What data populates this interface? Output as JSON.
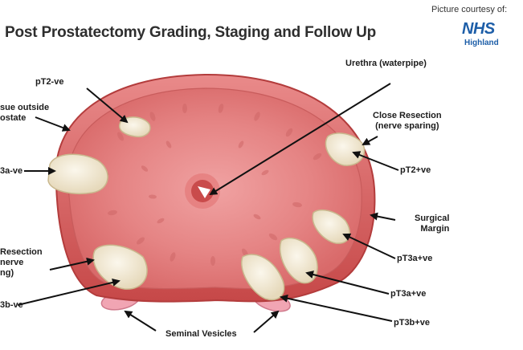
{
  "title": "Post Prostatectomy Grading, Staging and Follow Up",
  "courtesy": "Picture courtesy of:",
  "logo": {
    "name": "NHS",
    "region": "Highland",
    "color": "#1d5ea8"
  },
  "labels": {
    "urethra": "Urethra (waterpipe)",
    "pt2_neg": "pT2-ve",
    "tissue_outside": "sue outside\nostate",
    "pt3a_neg": "3a-ve",
    "close_resection_right": "Close Resection\n(nerve sparing)",
    "pt2_pos": "pT2+ve",
    "surgical_margin": "Surgical\nMargin",
    "close_resection_left": "Resection\nnerve\nng)",
    "pt3a_pos_1": "pT3a+ve",
    "pt3a_pos_2": "pT3a+ve",
    "pt3b_pos": "pT3b+ve",
    "pt3b_neg": "3b-ve",
    "seminal_vesicles": "Seminal Vesicles"
  },
  "colors": {
    "tissue": "#e07c7c",
    "capsule": "#c84a4a",
    "tumour": "#f4ecd8",
    "vesicle": "#f1a5b3"
  }
}
